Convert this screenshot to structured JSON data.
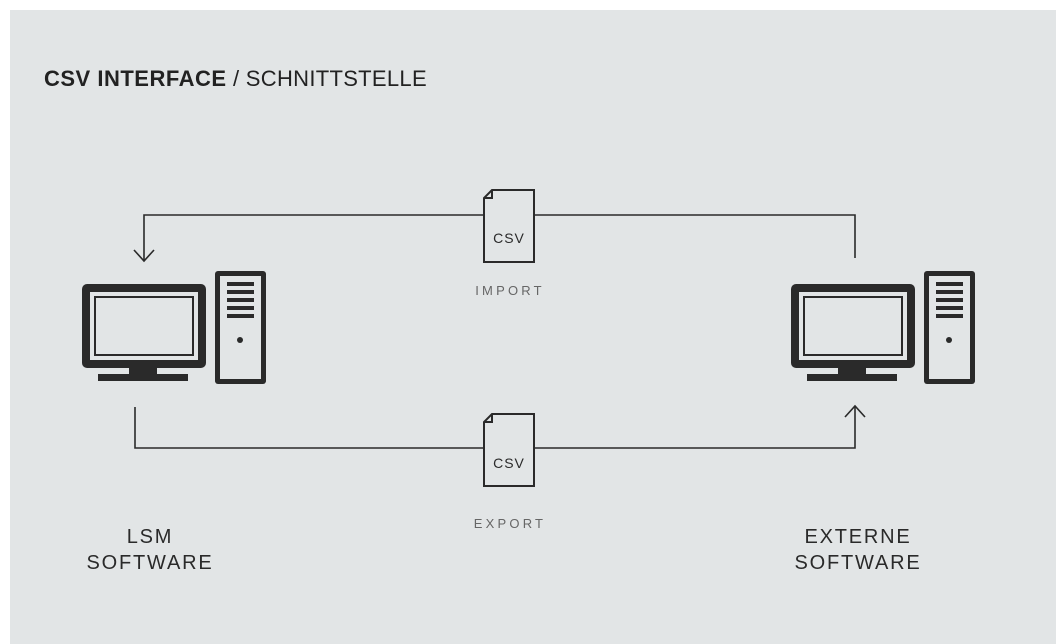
{
  "title": {
    "main": "CSV INTERFACE",
    "sub": "/ SCHNITTSTELLE"
  },
  "csv_file_label": "CSV",
  "flows": {
    "import_label": "IMPORT",
    "export_label": "EXPORT"
  },
  "systems": {
    "left": {
      "line1": "LSM",
      "line2": "SOFTWARE"
    },
    "right": {
      "line1": "EXTERNE",
      "line2": "SOFTWARE"
    }
  },
  "colors": {
    "background": "#e2e5e6",
    "ink": "#2a2a2a",
    "muted": "#666666"
  },
  "icons": [
    "computer-monitor-icon",
    "pc-tower-icon",
    "csv-file-icon",
    "arrow-down-icon",
    "arrow-up-icon"
  ]
}
